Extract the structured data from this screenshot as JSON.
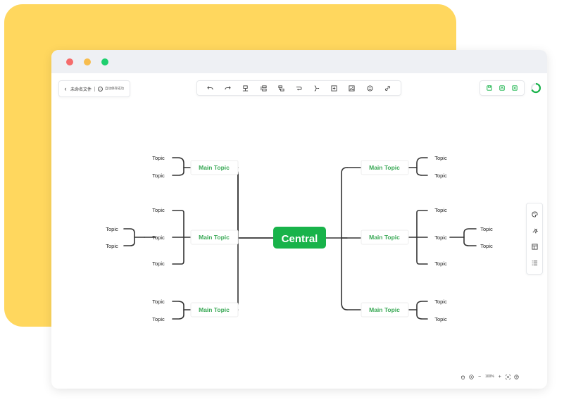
{
  "colors": {
    "accent": "#18b34a",
    "main_topic_text": "#3aa956",
    "line": "#333333",
    "background_card": "#ffd75e"
  },
  "file_panel": {
    "back_icon": "chevron-left-icon",
    "file_name": "未命名文件",
    "save_status_icon": "check-circle-icon",
    "save_status": "自动保存成功"
  },
  "toolbar": {
    "icons": [
      "undo-icon",
      "redo-icon",
      "format-painter-icon",
      "insert-topic-icon",
      "insert-subtopic-icon",
      "relationship-icon",
      "summary-icon",
      "boundary-icon",
      "image-icon",
      "emoji-icon",
      "link-icon"
    ]
  },
  "export": {
    "icons": [
      "save-icon",
      "export-image-icon",
      "export-excel-icon"
    ],
    "progress_icon": "progress-ring-icon"
  },
  "side_panel": {
    "icons": [
      "theme-palette-icon",
      "style-icon",
      "layout-icon",
      "outline-icon"
    ]
  },
  "mindmap": {
    "central": "Central",
    "main_topics": {
      "left_top": "Main Topic",
      "left_middle": "Main Topic",
      "left_bottom": "Main Topic",
      "right_top": "Main Topic",
      "right_middle": "Main Topic",
      "right_bottom": "Main Topic"
    },
    "subtopics": {
      "lt1": "Topic",
      "lt2": "Topic",
      "lm1": "Topic",
      "lm2": "Topic",
      "lm3": "Topic",
      "lm_far1": "Topic",
      "lm_far2": "Topic",
      "lb1": "Topic",
      "lb2": "Topic",
      "rt1": "Topic",
      "rt2": "Topic",
      "rm1": "Topic",
      "rm2": "Topic",
      "rm3": "Topic",
      "rm_far1": "Topic",
      "rm_far2": "Topic",
      "rb1": "Topic",
      "rb2": "Topic"
    }
  },
  "zoom_bar": {
    "icons": [
      "hand-icon",
      "play-icon",
      "zoom-out-icon",
      "zoom-in-icon",
      "fit-screen-icon",
      "help-icon"
    ],
    "zoom_out": "−",
    "zoom_level": "100%",
    "zoom_in": "+"
  }
}
